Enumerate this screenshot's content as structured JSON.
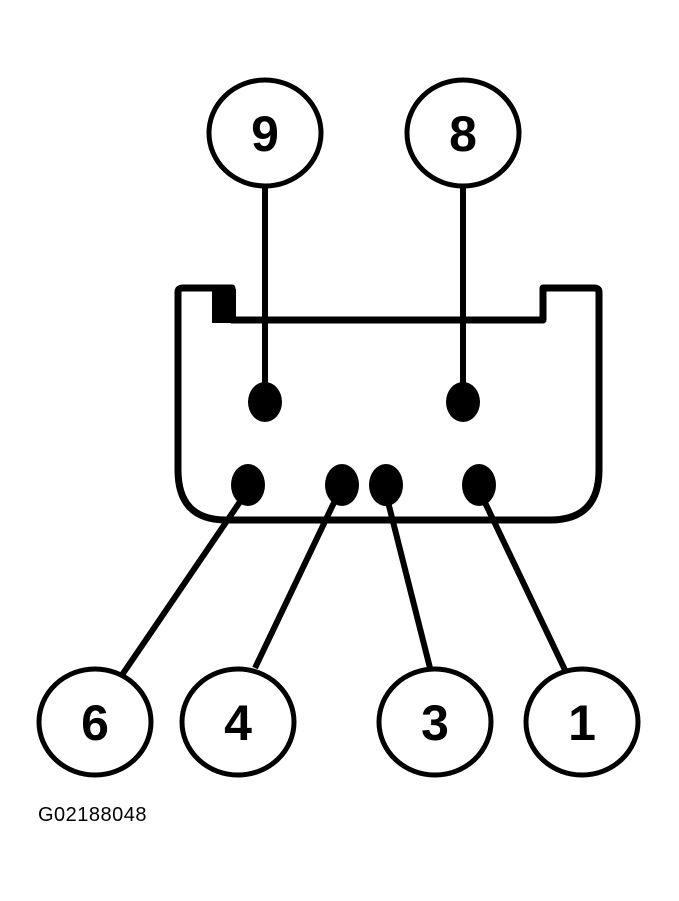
{
  "callouts": {
    "pin_9": "9",
    "pin_8": "8",
    "pin_6": "6",
    "pin_4": "4",
    "pin_3": "3",
    "pin_1": "1"
  },
  "figure_id": "G02188048",
  "colors": {
    "ink": "#000000",
    "background": "#ffffff"
  }
}
